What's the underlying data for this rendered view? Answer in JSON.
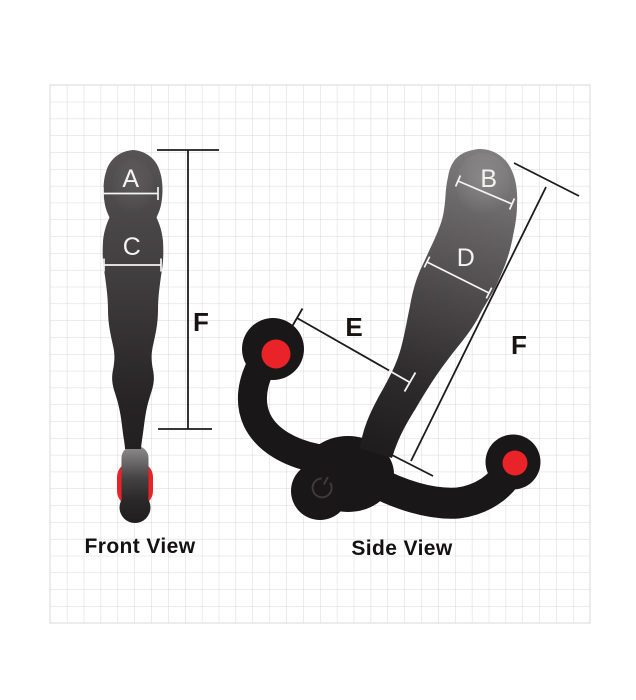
{
  "front_view": {
    "caption": "Front View",
    "dimension_labels": {
      "a": "A",
      "c": "C",
      "f": "F"
    }
  },
  "side_view": {
    "caption": "Side View",
    "dimension_labels": {
      "b": "B",
      "d": "D",
      "e": "E",
      "f": "F"
    }
  },
  "colors": {
    "background": "#ffffff",
    "grid_line": "#d9d9d9",
    "device_black": "#1a1718",
    "accent_red": "#e92328",
    "dimension_line_black": "#1d1b1b",
    "dimension_line_white": "#f4f3f1"
  }
}
